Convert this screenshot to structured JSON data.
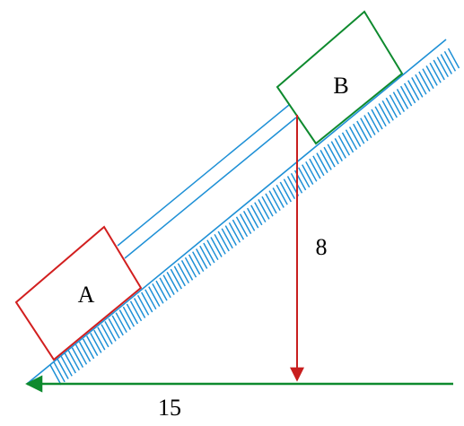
{
  "colors": {
    "incline": "#1e90d6",
    "block_a": "#d21f1f",
    "block_b": "#0e8a2e",
    "vertical_arrow": "#c81e1e",
    "horizontal_arrow": "#0e8a2e",
    "text": "#000000"
  },
  "labels": {
    "block_a": "A",
    "block_b": "B",
    "height": "8",
    "base": "15"
  }
}
